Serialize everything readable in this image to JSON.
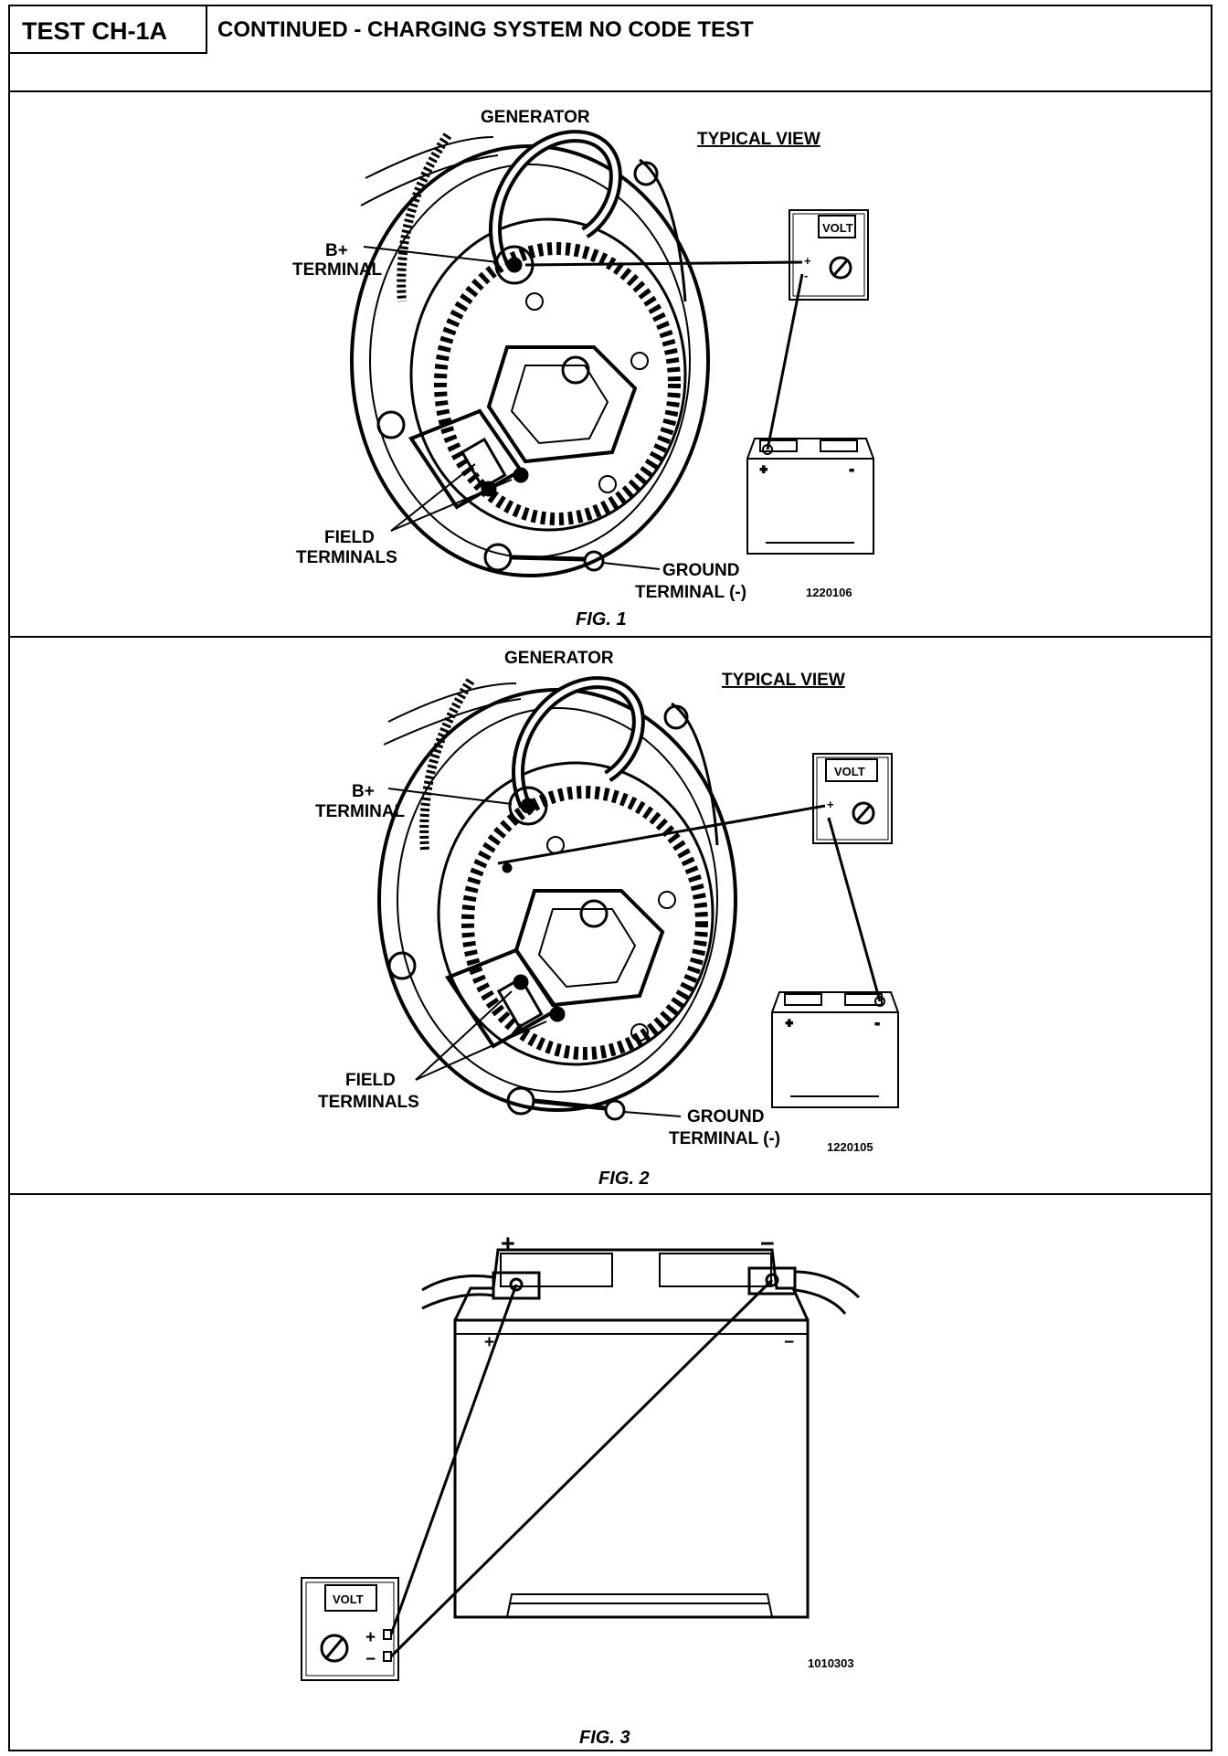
{
  "header": {
    "test_id": "TEST CH-1A",
    "title": "CONTINUED -  CHARGING SYSTEM NO CODE TEST"
  },
  "figures": [
    {
      "generator_label": "GENERATOR",
      "view_label": "TYPICAL VIEW",
      "b_plus_label": [
        "B+",
        "TERMINAL"
      ],
      "field_label": [
        "FIELD",
        "TERMINALS"
      ],
      "ground_label": [
        "GROUND",
        "TERMINAL (-)"
      ],
      "meter_label": "VOLT",
      "part_number": "1220106",
      "caption": "FIG. 1"
    },
    {
      "generator_label": "GENERATOR",
      "view_label": "TYPICAL VIEW",
      "b_plus_label": [
        "B+",
        "TERMINAL"
      ],
      "field_label": [
        "FIELD",
        "TERMINALS"
      ],
      "ground_label": [
        "GROUND",
        "TERMINAL (-)"
      ],
      "meter_label": "VOLT",
      "part_number": "1220105",
      "caption": "FIG. 2"
    },
    {
      "meter_label": "VOLT",
      "part_number": "1010303",
      "caption": "FIG. 3"
    }
  ]
}
